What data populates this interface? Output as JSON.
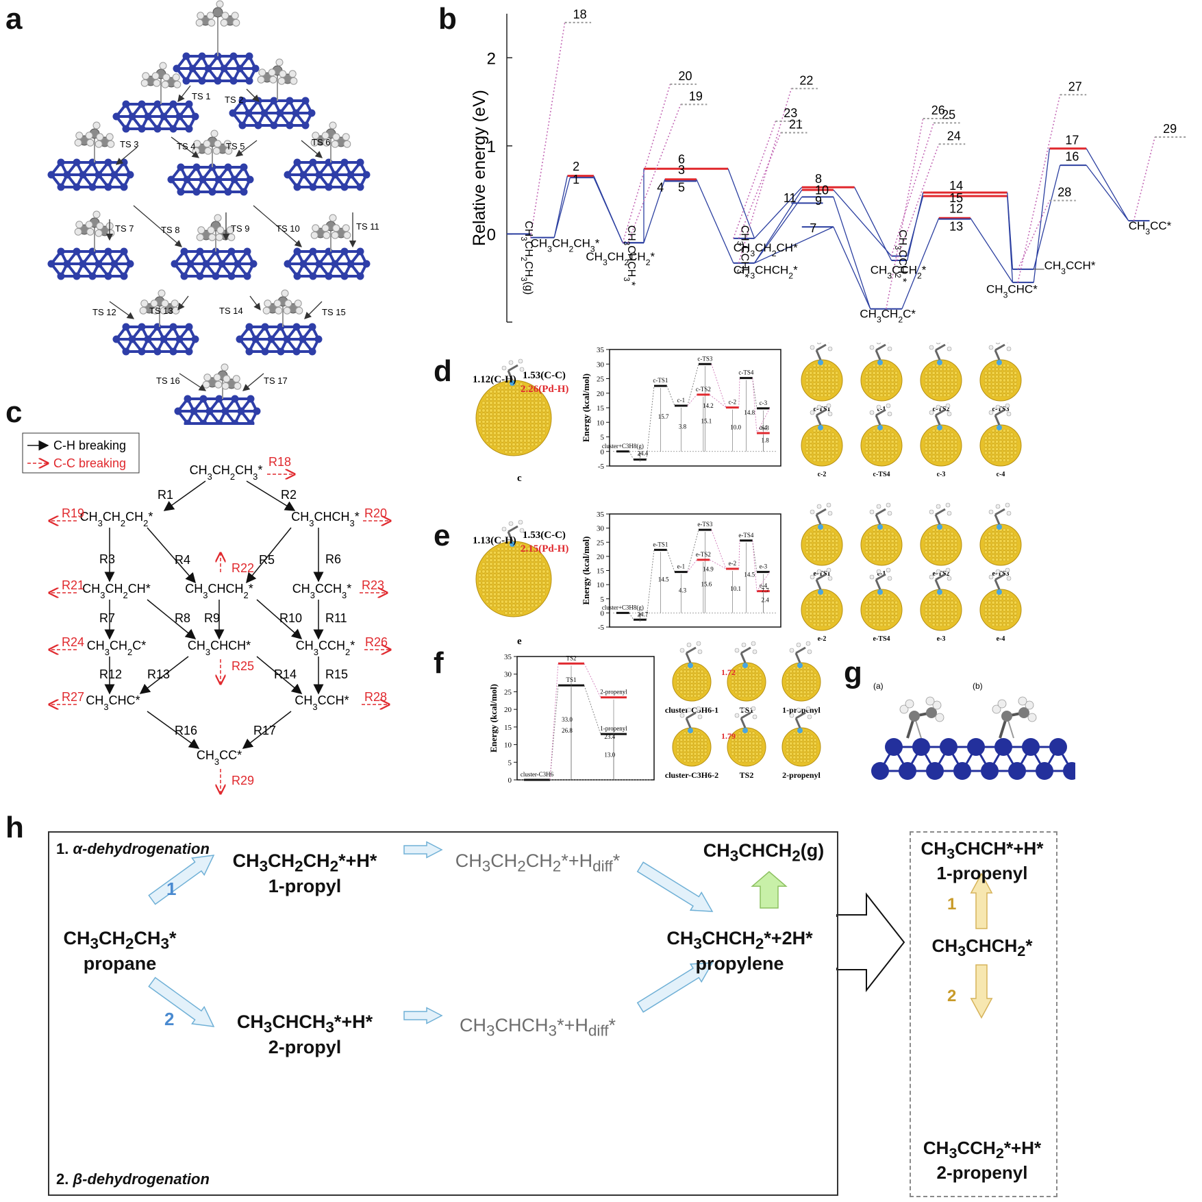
{
  "panels": {
    "a": "a",
    "b": "b",
    "c": "c",
    "d": "d",
    "e": "e",
    "f": "f",
    "g": "g",
    "h": "h"
  },
  "panel_a": {
    "ts_labels": [
      "TS 1",
      "TS 2",
      "TS 3",
      "TS 4",
      "TS 5",
      "TS 6",
      "TS 7",
      "TS 8",
      "TS 9",
      "TS 10",
      "TS 11",
      "TS 12",
      "TS 13",
      "TS 14",
      "TS 15",
      "TS 16",
      "TS 17"
    ]
  },
  "chart_data": [
    {
      "type": "line",
      "panel": "b",
      "ylabel": "Relative energy (eV)",
      "yticks": [
        "0",
        "1",
        "2"
      ],
      "ylim": [
        -1.0,
        2.5
      ],
      "levels": [
        {
          "label": "CH3CH2CH3(g)",
          "x": [
            0.0,
            0.45
          ],
          "y": 0.0
        },
        {
          "label": "CH3CH2CH3*",
          "x": [
            0.45,
            0.9
          ],
          "y": -0.04
        },
        {
          "label": "CH3CH2CH2*",
          "x": [
            2.2,
            2.6
          ],
          "y": -0.1
        },
        {
          "label": "CH3CHCH3*",
          "x": [
            2.2,
            2.6
          ],
          "y": -0.1
        },
        {
          "label": "CH3CHCH2*",
          "x": [
            4.3,
            4.7
          ],
          "y": -0.33
        },
        {
          "label": "CH3CH2CH*",
          "x": [
            4.3,
            4.7
          ],
          "y": -0.05
        },
        {
          "label": "CH3CCH3*",
          "x": [
            7.3,
            7.6
          ],
          "y": -0.3
        },
        {
          "label": "CH3CH2C*",
          "x": [
            6.9,
            7.5
          ],
          "y": -0.85
        },
        {
          "label": "CH3CCH2*",
          "x": [
            7.3,
            7.6
          ],
          "y": -0.25
        },
        {
          "label": "CH3CHC*",
          "x": [
            9.6,
            10.0
          ],
          "y": -0.55
        },
        {
          "label": "CH3CCH*",
          "x": [
            9.6,
            10.0
          ],
          "y": -0.4
        },
        {
          "label": "CH3CC*",
          "x": [
            11.8,
            12.2
          ],
          "y": 0.15
        }
      ],
      "transition_states": [
        {
          "n": "1",
          "y": 0.64
        },
        {
          "n": "2",
          "y": 0.66
        },
        {
          "n": "3",
          "y": 0.62
        },
        {
          "n": "4",
          "y": 0.6
        },
        {
          "n": "5",
          "y": 0.6
        },
        {
          "n": "6",
          "y": 0.74
        },
        {
          "n": "7",
          "y": 0.08
        },
        {
          "n": "8",
          "y": 0.53
        },
        {
          "n": "9",
          "y": 0.42
        },
        {
          "n": "10",
          "y": 0.5
        },
        {
          "n": "11",
          "y": 0.35
        },
        {
          "n": "12",
          "y": 0.18
        },
        {
          "n": "13",
          "y": 0.17
        },
        {
          "n": "14",
          "y": 0.47
        },
        {
          "n": "15",
          "y": 0.43
        },
        {
          "n": "16",
          "y": 0.78
        },
        {
          "n": "17",
          "y": 0.97
        }
      ],
      "cc_breaking_ts": [
        {
          "n": "18",
          "y": 2.4
        },
        {
          "n": "19",
          "y": 1.47
        },
        {
          "n": "20",
          "y": 1.7
        },
        {
          "n": "21",
          "y": 1.15
        },
        {
          "n": "22",
          "y": 1.65
        },
        {
          "n": "23",
          "y": 1.28
        },
        {
          "n": "24",
          "y": 1.02
        },
        {
          "n": "25",
          "y": 1.26
        },
        {
          "n": "26",
          "y": 1.31
        },
        {
          "n": "27",
          "y": 1.58
        },
        {
          "n": "28",
          "y": 0.38
        },
        {
          "n": "29",
          "y": 1.1
        }
      ],
      "species_labels": [
        "CH3CH2CH3(g)",
        "CH3CH2CH3*",
        "CH3CH2CH2*",
        "CH3CHCH3*",
        "CH3CHCH2*",
        "CH3CH2CH*",
        "CH3CCH3*",
        "CH3CH2C*",
        "CH3CCH2*",
        "CH3CHC*",
        "CH3CCH*",
        "CH3CC*"
      ]
    },
    {
      "type": "line",
      "panel": "d",
      "ylabel": "Energy (kcal/mol)",
      "yticks": [
        "-5",
        "0",
        "5",
        "10",
        "15",
        "20",
        "25",
        "30",
        "35"
      ],
      "ylim": [
        -5,
        35
      ],
      "states": [
        {
          "label": "cluster+C3H8(g)",
          "y": 0.0
        },
        {
          "label": "c",
          "y": -2.8
        },
        {
          "label": "c-TS1",
          "y": 22.5
        },
        {
          "label": "c-1",
          "y": 15.7
        },
        {
          "label": "c-TS3",
          "y": 30.0
        },
        {
          "label": "c-TS2",
          "y": 19.5
        },
        {
          "label": "c-2",
          "y": 15.1
        },
        {
          "label": "c-TS4",
          "y": 25.2
        },
        {
          "label": "c-3",
          "y": 14.8
        },
        {
          "label": "c-4",
          "y": 6.3
        }
      ],
      "barrier_labels": [
        "24.4",
        "15.7",
        "3.8",
        "14.2",
        "15.1",
        "10.0",
        "14.8",
        "6.3",
        "1.8"
      ]
    },
    {
      "type": "line",
      "panel": "e",
      "ylabel": "Energy (kcal/mol)",
      "yticks": [
        "-5",
        "0",
        "5",
        "10",
        "15",
        "20",
        "25",
        "30",
        "35"
      ],
      "ylim": [
        -5,
        35
      ],
      "states": [
        {
          "label": "cluster+C3H8(g)",
          "y": 0.0
        },
        {
          "label": "e",
          "y": -2.4
        },
        {
          "label": "e-TS1",
          "y": 22.3
        },
        {
          "label": "e-1",
          "y": 14.5
        },
        {
          "label": "e-TS3",
          "y": 29.4
        },
        {
          "label": "e-TS2",
          "y": 18.8
        },
        {
          "label": "e-2",
          "y": 15.6
        },
        {
          "label": "e-TS4",
          "y": 25.6
        },
        {
          "label": "e-3",
          "y": 14.5
        },
        {
          "label": "e-4",
          "y": 7.7
        }
      ],
      "barrier_labels": [
        "24.7",
        "14.5",
        "4.3",
        "14.9",
        "15.6",
        "10.1",
        "14.5",
        "7.7",
        "2.4"
      ]
    },
    {
      "type": "line",
      "panel": "f",
      "ylabel": "Energy (kcal/mol)",
      "yticks": [
        "0",
        "5",
        "10",
        "15",
        "20",
        "25",
        "30",
        "35"
      ],
      "ylim": [
        0,
        35
      ],
      "states": [
        {
          "label": "cluster-C3H6",
          "y": 0.0
        },
        {
          "label": "TS1",
          "y": 26.8
        },
        {
          "label": "TS2",
          "y": 33.0
        },
        {
          "label": "1-propenyl",
          "y": 13.0
        },
        {
          "label": "2-propenyl",
          "y": 23.4
        }
      ],
      "barrier_labels": [
        "26.8",
        "33.0",
        "13.0",
        "23.4"
      ]
    }
  ],
  "panel_c": {
    "legend": {
      "ch": "C-H breaking",
      "cc": "C-C breaking"
    },
    "species": {
      "propane": "CH3CH2CH3*",
      "n_propyl": "CH3CH2CH2*",
      "iso_propyl": "CH3CHCH3*",
      "ch3ch2ch": "CH3CH2CH*",
      "ch3chch2": "CH3CHCH2*",
      "ch3cch3": "CH3CCH3*",
      "ch3ch2c": "CH3CH2C*",
      "ch3chch": "CH3CHCH*",
      "ch3cch2": "CH3CCH2*",
      "ch3chc": "CH3CHC*",
      "ch3cch": "CH3CCH*",
      "ch3cc": "CH3CC*"
    },
    "reactions": [
      "R1",
      "R2",
      "R3",
      "R4",
      "R5",
      "R6",
      "R7",
      "R8",
      "R9",
      "R10",
      "R11",
      "R12",
      "R13",
      "R14",
      "R15",
      "R16",
      "R17"
    ],
    "cc_reactions": [
      "R18",
      "R19",
      "R20",
      "R21",
      "R22",
      "R23",
      "R24",
      "R25",
      "R26",
      "R27",
      "R28",
      "R29"
    ]
  },
  "panel_d": {
    "geom": {
      "ch": "1.12(C-H)",
      "cc": "1.53(C-C)",
      "pdh": "2.26(Pd-H)",
      "cluster": "c"
    },
    "struct_labels": [
      "c-TS1",
      "c-1",
      "c-TS2",
      "c-TS3",
      "c-2",
      "c-TS4",
      "c-3",
      "c-4"
    ]
  },
  "panel_e": {
    "geom": {
      "ch": "1.13(C-H)",
      "cc": "1.53(C-C)",
      "pdh": "2.15(Pd-H)",
      "cluster": "e"
    },
    "struct_labels": [
      "e-TS1",
      "e-1",
      "e-TS2",
      "e-TS3",
      "e-2",
      "e-TS4",
      "e-3",
      "e-4"
    ]
  },
  "panel_f": {
    "struct_labels": [
      "cluster-C3H6-1",
      "TS1",
      "1-propenyl",
      "cluster-C3H6-2",
      "TS2",
      "2-propenyl"
    ],
    "red_numbers": [
      "1.72",
      "1.79"
    ]
  },
  "panel_g": {
    "sub_a": "(a)",
    "sub_b": "(b)"
  },
  "panel_h": {
    "alpha_title": "1. α-dehydrogenation",
    "beta_title": "2. β-dehydrogenation",
    "path1": "1",
    "path2": "2",
    "propane_formula": "CH3CH2CH3*",
    "propane_name": "propane",
    "propyl1_formula": "CH3CH2CH2*+H*",
    "propyl1_name": "1-propyl",
    "propyl1_diff": "CH3CH2CH2*+Hdiff*",
    "propyl2_formula": "CH3CHCH3*+H*",
    "propyl2_name": "2-propyl",
    "propyl2_diff": "CH3CHCH3*+Hdiff*",
    "propylene_g": "CH3CHCH2(g)",
    "propylene_formula": "CH3CHCH2*+2H*",
    "propylene_name": "propylene",
    "box_top_formula": "CH3CHCH*+H*",
    "box_top_name": "1-propenyl",
    "box_mid_formula": "CH3CHCH2*",
    "box_bot_formula": "CH3CCH2*+H*",
    "box_bot_name": "2-propenyl",
    "box_arrow1": "1",
    "box_arrow2": "2"
  },
  "colors": {
    "red": "#e0282d",
    "blue": "#2b3fa0",
    "cluster_blue": "#2e3ea8",
    "gold": "#e7c12a",
    "arrow_fill": "#e3f1fa",
    "arrow_stroke": "#6fb0d6",
    "green": "#c8f0a8",
    "yellow_arrow": "#f7e7b0",
    "dc_red": "#e73a3a"
  }
}
